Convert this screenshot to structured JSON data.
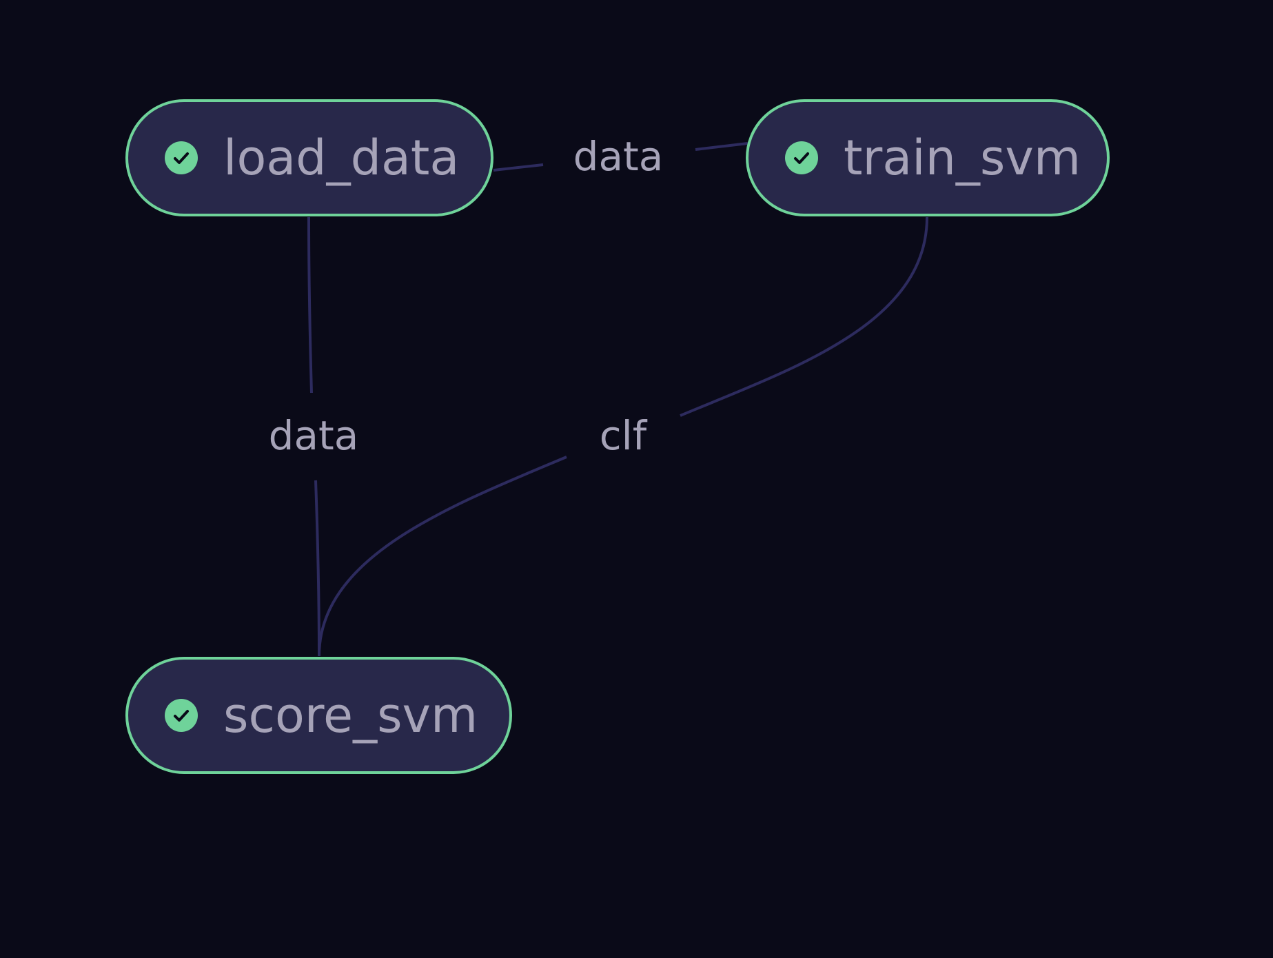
{
  "diagram": {
    "nodes": [
      {
        "id": "load_data",
        "label": "load_data",
        "status": "success",
        "icon": "check-circle-icon"
      },
      {
        "id": "train_svm",
        "label": "train_svm",
        "status": "success",
        "icon": "check-circle-icon"
      },
      {
        "id": "score_svm",
        "label": "score_svm",
        "status": "success",
        "icon": "check-circle-icon"
      }
    ],
    "edges": [
      {
        "from": "load_data",
        "to": "train_svm",
        "label": "data"
      },
      {
        "from": "load_data",
        "to": "score_svm",
        "label": "data"
      },
      {
        "from": "train_svm",
        "to": "score_svm",
        "label": "clf"
      }
    ]
  },
  "colors": {
    "background": "#0a0a18",
    "node_fill": "#28284a",
    "node_border": "#6fd39a",
    "status_icon": "#6fd39a",
    "edge": "#2d2b5e",
    "text": "#a6a3b8"
  }
}
